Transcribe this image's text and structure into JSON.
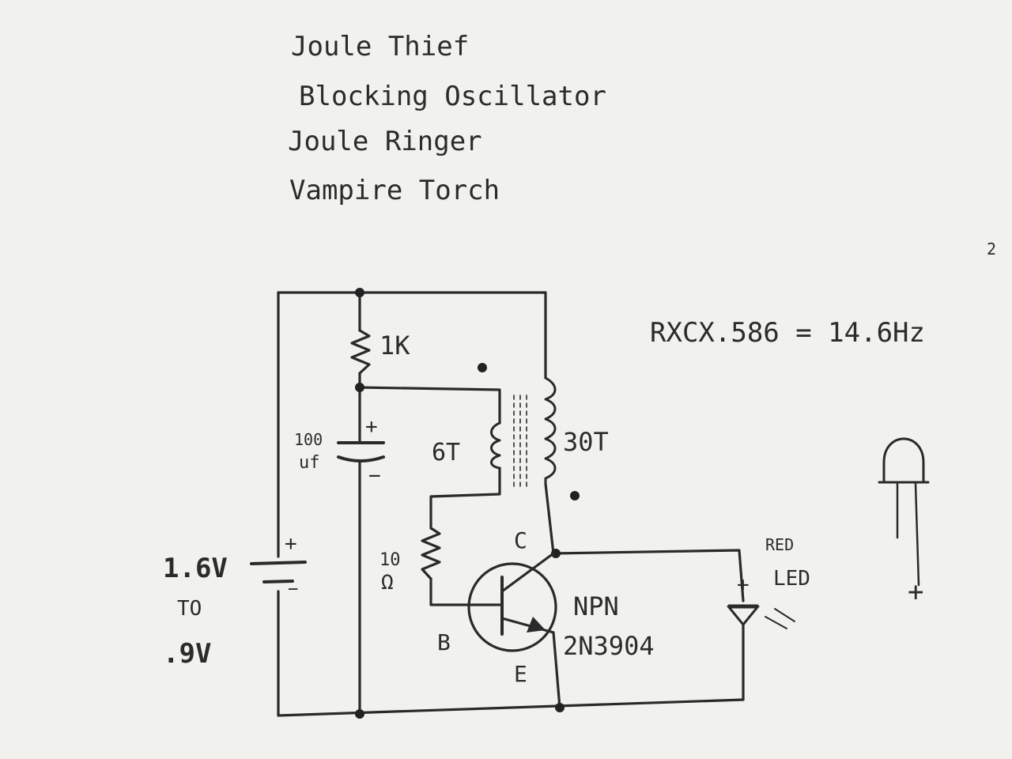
{
  "titles": [
    "Joule Thief",
    "Blocking Oscillator",
    "Joule Ringer",
    "Vampire Torch"
  ],
  "formula": "RXCX.586 = 14.6Hz",
  "labels": {
    "resistor_1k": "1K",
    "cap_value_top": "100",
    "cap_value_bottom": "uf",
    "cap_plus": "+",
    "cap_minus": "−",
    "coil_primary": "6T",
    "coil_secondary": "30T",
    "resistor_10_value": "10",
    "resistor_10_unit": "Ω",
    "battery_plus": "+",
    "battery_minus": "−",
    "voltage_high": "1.6V",
    "voltage_to": "TO",
    "voltage_low": ".9V",
    "collector": "C",
    "base": "B",
    "emitter": "E",
    "transistor_type": "NPN",
    "transistor_part": "2N3904",
    "led_plus": "+",
    "led_label": "LED",
    "led_pin_plus": "+",
    "faint_red": "RED",
    "edge_mark": "2"
  },
  "colors": {
    "paper": "#f1f1ee",
    "pencil": "#2a2a2a"
  }
}
